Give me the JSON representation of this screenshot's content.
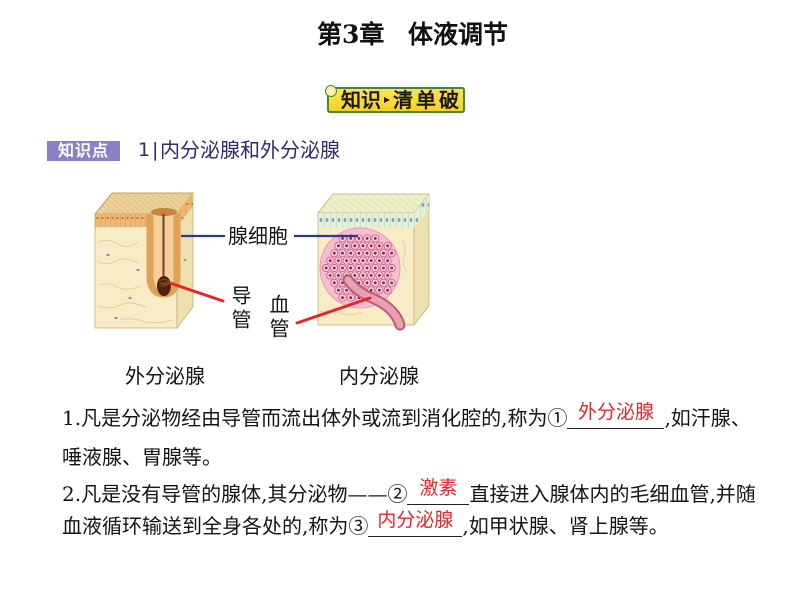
{
  "title": {
    "chapter": "第3章",
    "topic": "体液调节"
  },
  "badge": {
    "part1": "知识",
    "part2": "清单破",
    "icon": "badge-circle-icon",
    "separator_icon": "triangle-separator-icon"
  },
  "section": {
    "tag": "知识点",
    "number": "1",
    "separator": "|",
    "heading": "内分泌腺和外分泌腺"
  },
  "diagram": {
    "label_gland_cell": "腺细胞",
    "label_duct": "导管",
    "label_vessel": "血管",
    "caption_exocrine": "外分泌腺",
    "caption_endocrine": "内分泌腺"
  },
  "questions": [
    {
      "line1": {
        "before": "1.凡是分泌物经由导管而流出体外或流到消化腔的,称为①",
        "answer": "外分泌腺",
        "after": ",如汗腺、"
      },
      "line2": {
        "text": "唾液腺、胃腺等。"
      }
    },
    {
      "line1": {
        "before": "2.凡是没有导管的腺体,其分泌物——②",
        "answer": "激素",
        "after": "直接进入腺体内的毛细血管,并随"
      },
      "line2": {
        "before": "血液循环输送到全身各处的,称为③",
        "answer": "内分泌腺",
        "after": ",如甲状腺、肾上腺等。"
      }
    }
  ],
  "colors": {
    "answer": "#e3262c",
    "pointer_blue": "#2b3990",
    "pointer_red": "#e3262c",
    "section_tag": "#8b80c6",
    "heading": "#2e2a6e",
    "badge_fill": "#f6d21e",
    "badge_border": "#3f8a3a"
  }
}
